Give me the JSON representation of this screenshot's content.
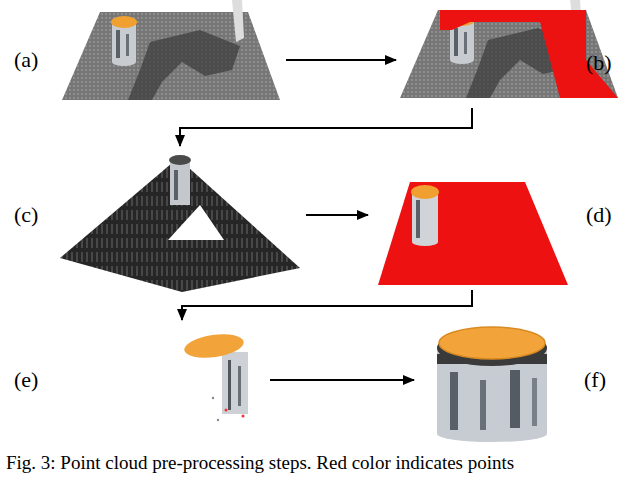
{
  "diagram": {
    "caption": "Fig. 3: Point cloud pre-processing steps. Red color indicates points",
    "nodes": [
      {
        "text": [
          "(a)"
        ]
      },
      {
        "text": [
          "(b)"
        ]
      },
      {
        "text": [
          "(c)"
        ]
      },
      {
        "text": [
          "(d)"
        ]
      },
      {
        "text": [
          "(e)"
        ]
      },
      {
        "text": [
          "(f)"
        ]
      }
    ],
    "edges": [
      {
        "from": 0,
        "to": 1,
        "arrow": "to"
      },
      {
        "from": 1,
        "to": 2,
        "arrow": "to"
      },
      {
        "from": 2,
        "to": 3,
        "arrow": "to"
      },
      {
        "from": 3,
        "to": 4,
        "arrow": "to"
      },
      {
        "from": 4,
        "to": 5,
        "arrow": "to"
      }
    ]
  }
}
